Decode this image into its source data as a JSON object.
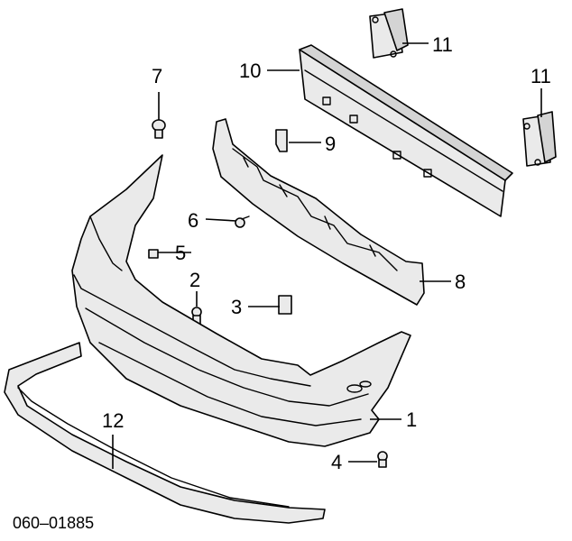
{
  "diagram": {
    "callouts": {
      "c1": "1",
      "c2": "2",
      "c3": "3",
      "c4": "4",
      "c5": "5",
      "c6": "6",
      "c7": "7",
      "c8": "8",
      "c9": "9",
      "c10": "10",
      "c11a": "11",
      "c11b": "11",
      "c12": "12"
    },
    "diagram_code": "060–01885"
  }
}
